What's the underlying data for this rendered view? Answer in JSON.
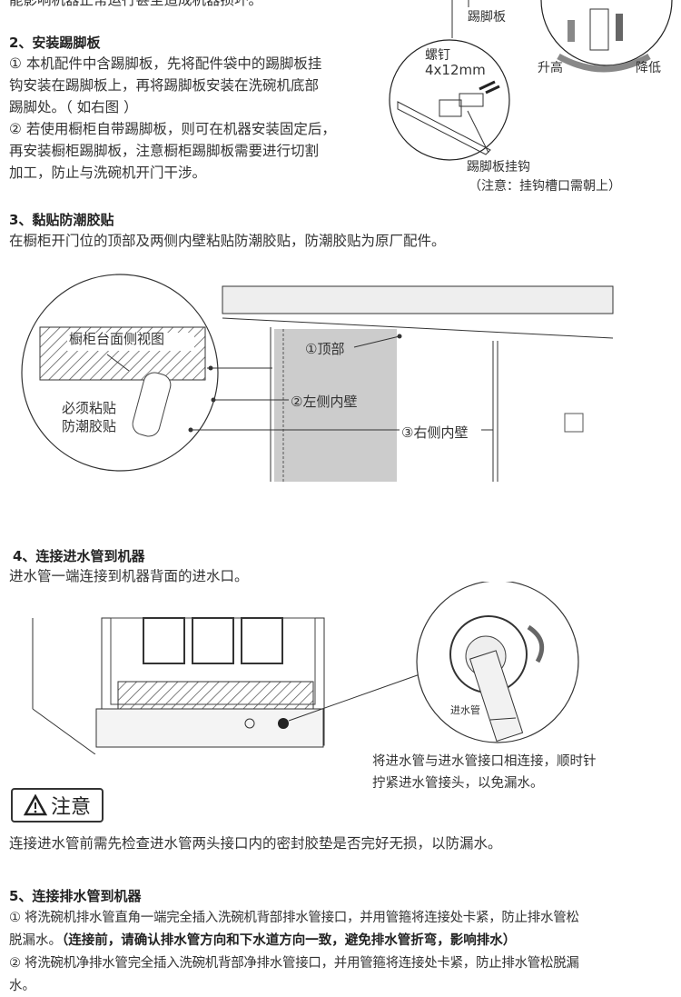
{
  "top_cut_line": "能影响机器正常运行甚至造成机器损坏。",
  "section2": {
    "title": "2、安装踢脚板",
    "lines": [
      "① 本机配件中含踢脚板，先将配件袋中的踢脚板挂",
      "钩安装在踢脚板上，再将踢脚板安装在洗碗机底部",
      "踢脚处。（ 如右图 ）",
      "② 若使用橱柜自带踢脚板，则可在机器安装固定后，",
      "再安装橱柜踢脚板，注意橱柜踢脚板需要进行切割",
      "加工，防止与洗碗机开门干涉。"
    ],
    "diagram": {
      "kickboard": "踢脚板",
      "screw": "螺钉",
      "screw_size": "4x12mm",
      "raise": "升高",
      "lower": "降低",
      "hook": "踢脚板挂钩",
      "hook_note": "（注意：挂钩槽口需朝上）"
    }
  },
  "section3": {
    "title": "3、黏贴防潮胶贴",
    "text": "在橱柜开门位的顶部及两侧内壁粘贴防潮胶贴，防潮胶贴为原厂配件。",
    "diagram": {
      "counter_view": "橱柜台面侧视图",
      "must_stick_1": "必须粘贴",
      "must_stick_2": "防潮胶贴",
      "top": "①顶部",
      "left_wall": "②左侧内壁",
      "right_wall": "③右侧内壁"
    }
  },
  "section4": {
    "title": "4、连接进水管到机器",
    "text": "进水管一端连接到机器背面的进水口。",
    "inlet_label": "进水管",
    "caption_1": "将进水管与进水管接口相连接，顺时针",
    "caption_2": "拧紧进水管接头，以免漏水。"
  },
  "caution": {
    "label": "注意",
    "text": "连接进水管前需先检查进水管两头接口内的密封胶垫是否完好无损，以防漏水。"
  },
  "section5": {
    "title": "5、连接排水管到机器",
    "line1": "① 将洗碗机排水管直角一端完全插入洗碗机背部排水管接口，并用管箍将连接处卡紧，防止排水管松",
    "line2a": "脱漏水。",
    "line2b": "（连接前，请确认排水管方向和下水道方向一致，避免排水管折弯，影响排水）",
    "line3": "② 将洗碗机净排水管完全插入洗碗机背部净排水管接口，并用管箍将连接处卡紧，防止排水管松脱漏",
    "line4": "水。"
  }
}
